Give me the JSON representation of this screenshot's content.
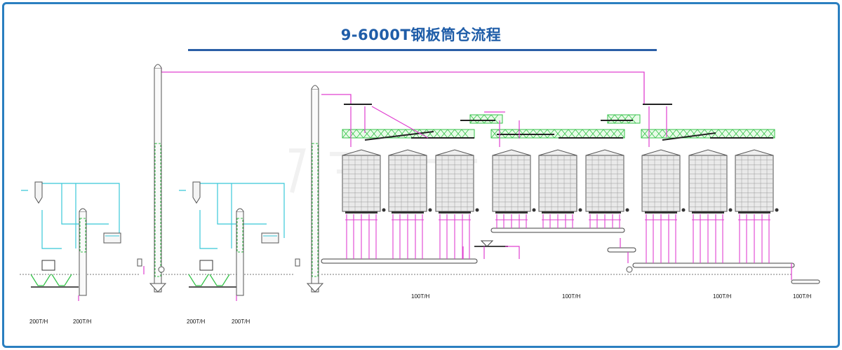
{
  "title": "9-6000T钢板筒仓流程",
  "capacity_labels": {
    "intake_left_1": "200T/H",
    "intake_left_2": "200T/H",
    "intake_mid_1": "200T/H",
    "intake_mid_2": "200T/H",
    "conveyor_1": "100T/H",
    "conveyor_2": "100T/H",
    "conveyor_3": "100T/H",
    "conveyor_4": "100T/H"
  },
  "colors": {
    "frame": "#2a7fc0",
    "title": "#1f5da8",
    "silo_fill": "#e9e9e9",
    "silo_grid": "#9a9a9a",
    "truss": "#36c24a",
    "pipe_magenta": "#e040d0",
    "pipe_cyan": "#38c8d8",
    "structure": "#555555"
  },
  "silo_count": 9
}
